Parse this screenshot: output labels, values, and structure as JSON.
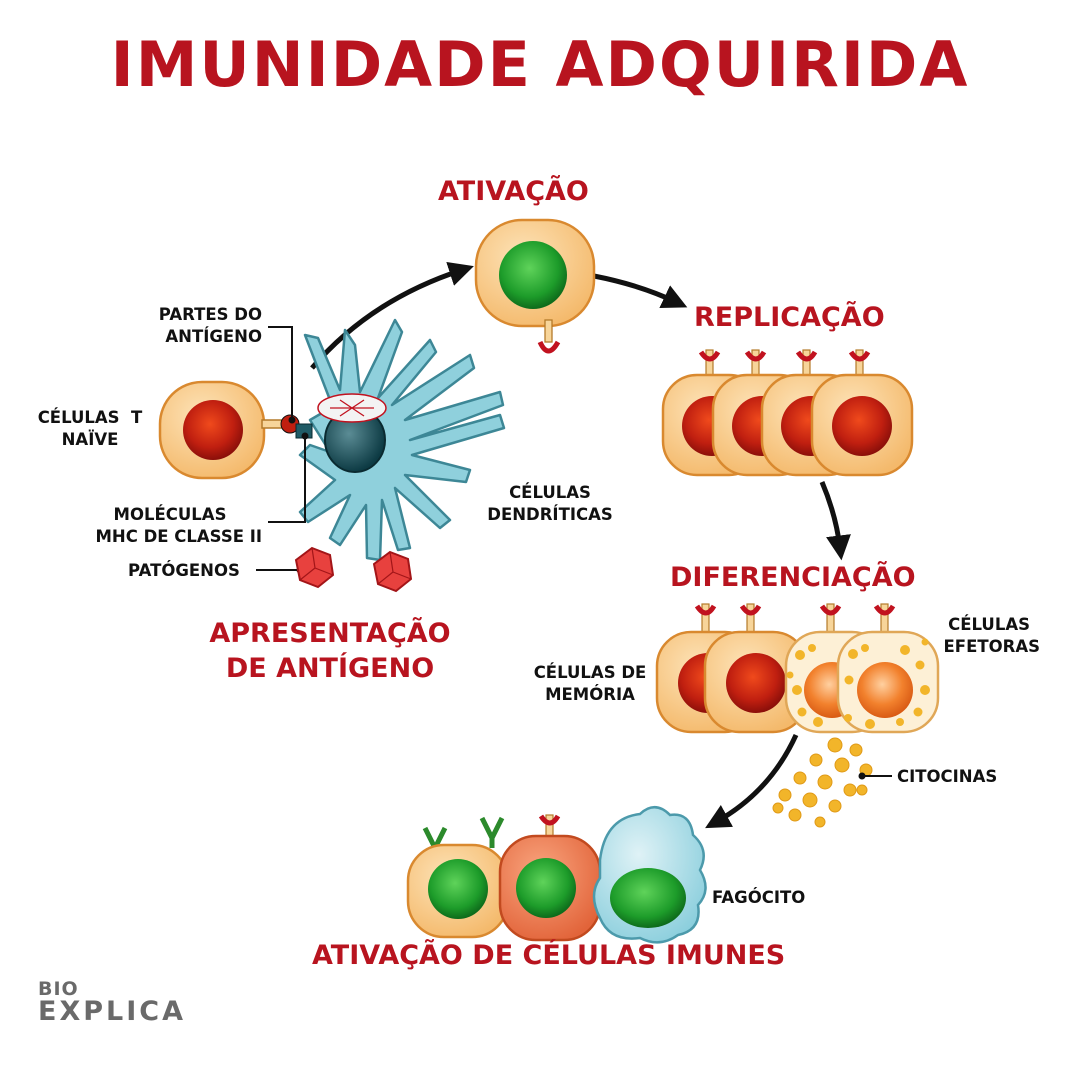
{
  "title": "IMUNIDADE ADQUIRIDA",
  "stages": {
    "ativacao": "ATIVAÇÃO",
    "replicacao": "REPLICAÇÃO",
    "diferenciacao": "DIFERENCIAÇÃO",
    "apresentacao_line1": "APRESENTAÇÃO",
    "apresentacao_line2": "DE ANTÍGENO",
    "ativacao_celulas": "ATIVAÇÃO DE CÉLULAS IMUNES"
  },
  "labels": {
    "partes_line1": "PARTES DO",
    "partes_line2": "ANTÍGENO",
    "celulas_t_line1": "CÉLULAS  T",
    "celulas_t_line2": "NAÏVE",
    "moleculas_line1": "MOLÉCULAS",
    "moleculas_line2": "MHC DE CLASSE II",
    "patogenos": "PATÓGENOS",
    "dendriticas_line1": "CÉLULAS",
    "dendriticas_line2": "DENDRÍTICAS",
    "efetoras_line1": "CÉLULAS",
    "efetoras_line2": "EFETORAS",
    "memoria_line1": "CÉLULAS DE",
    "memoria_line2": "MEMÓRIA",
    "citocinas": "CITOCINAS",
    "fagocito": "FAGÓCITO"
  },
  "logo": {
    "top": "BIO",
    "bottom": "EXPLICA"
  },
  "colors": {
    "title_red": "#b8141f",
    "cell_fill": "#f7c98b",
    "cell_stroke": "#d9892f",
    "nucleus_red": "#c4210f",
    "nucleus_green": "#1e9c2a",
    "dendritic": "#8fd0dc",
    "granule": "#f2b52a"
  }
}
